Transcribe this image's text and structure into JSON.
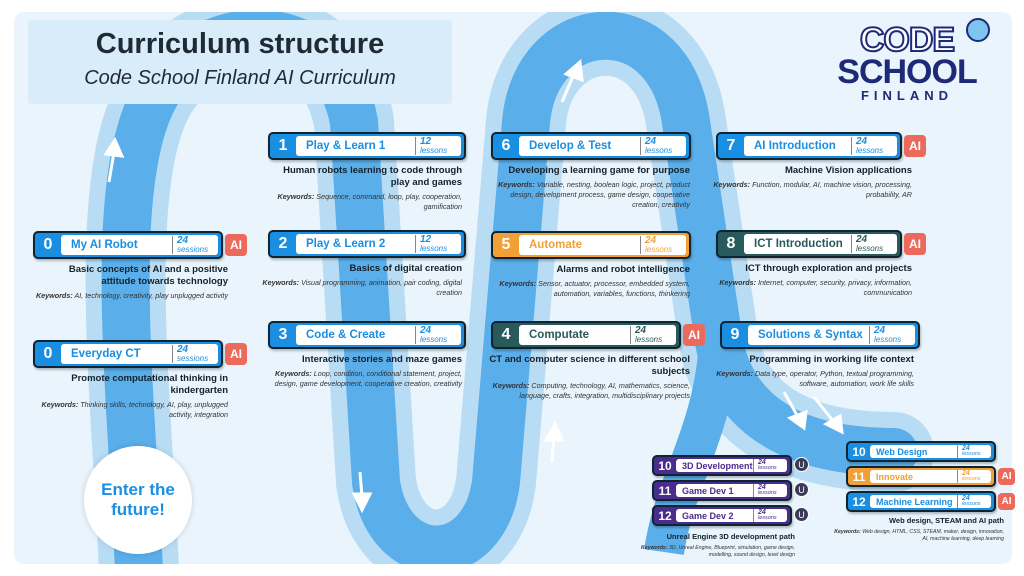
{
  "header": {
    "title": "Curriculum structure",
    "subtitle": "Code School Finland AI Curriculum"
  },
  "logo": {
    "line1": "CODE",
    "line2": "SCHOOL",
    "line3": "FINLAND"
  },
  "enter": "Enter the future!",
  "keywords_label": "Keywords:",
  "ai_badge": "AI",
  "colors": {
    "blue": "#1a8ee0",
    "orange": "#f0a035",
    "teal": "#285a5c",
    "purple": "#4a2c8c",
    "ai": "#ec6a5c",
    "road": "#5aaeea"
  },
  "cards": [
    {
      "num": "0",
      "label": "My AI Robot",
      "count": "24",
      "unit": "sessions",
      "color": "blue",
      "ai": true,
      "title": "Basic concepts of AI and a positive attitude towards technology",
      "keywords": "AI, technology, creativity, play unplugged activity"
    },
    {
      "num": "0",
      "label": "Everyday CT",
      "count": "24",
      "unit": "sessions",
      "color": "blue",
      "ai": true,
      "title": "Promote computational thinking in kindergarten",
      "keywords": "Thinking skills, technology, AI, play, unplugged activity, integration"
    },
    {
      "num": "1",
      "label": "Play & Learn 1",
      "count": "12",
      "unit": "lessons",
      "color": "blue",
      "ai": false,
      "title": "Human robots learning to code through play and games",
      "keywords": "Sequence, command, loop, play, cooperation, gamification"
    },
    {
      "num": "2",
      "label": "Play & Learn 2",
      "count": "12",
      "unit": "lessons",
      "color": "blue",
      "ai": false,
      "title": "Basics of digital creation",
      "keywords": "Visual programming, animation, pair coding, digital creation"
    },
    {
      "num": "3",
      "label": "Code & Create",
      "count": "24",
      "unit": "lessons",
      "color": "blue",
      "ai": false,
      "title": "Interactive stories and maze games",
      "keywords": "Loop, condition, conditional statement, project, design, game development, cooperative creation, creativity"
    },
    {
      "num": "6",
      "label": "Develop & Test",
      "count": "24",
      "unit": "lessons",
      "color": "blue",
      "ai": false,
      "title": "Developing a learning game for purpose",
      "keywords": "Variable, nesting, boolean logic, project, product design, development process, game design, cooperative creation, creativity"
    },
    {
      "num": "5",
      "label": "Automate",
      "count": "24",
      "unit": "lessons",
      "color": "orange",
      "ai": false,
      "title": "Alarms and robot intelligence",
      "keywords": "Sensor, actuator, processor, embedded system, automation, variables, functions, thinkering"
    },
    {
      "num": "4",
      "label": "Computate",
      "count": "24",
      "unit": "lessons",
      "color": "teal",
      "ai": true,
      "title": "CT and computer science in different school subjects",
      "keywords": "Computing, technology, AI, mathematics, science, language, crafts, integration, multidisciplinary projects"
    },
    {
      "num": "7",
      "label": "AI Introduction",
      "count": "24",
      "unit": "lessons",
      "color": "blue",
      "ai": true,
      "title": "Machine Vision applications",
      "keywords": "Function, modular, AI, machine vision, processing, probability, AR"
    },
    {
      "num": "8",
      "label": "ICT Introduction",
      "count": "24",
      "unit": "lessons",
      "color": "teal",
      "ai": true,
      "title": "ICT through exploration and projects",
      "keywords": "Internet, computer, security, privacy, information, communication"
    },
    {
      "num": "9",
      "label": "Solutions & Syntax",
      "count": "24",
      "unit": "lessons",
      "color": "blue",
      "ai": false,
      "title": "Programming in working life context",
      "keywords": "Data type, operator, Python, textual programming, software, automation, work life skills"
    }
  ],
  "paths": [
    {
      "title": "Unreal Engine 3D development path",
      "keywords": "3D, Unreal Engine, Blueprint, simulation, game design, modelling, sound design, level design",
      "cards": [
        {
          "num": "10",
          "label": "3D Development",
          "count": "24",
          "unit": "lessons",
          "color": "purple",
          "badge": "ue"
        },
        {
          "num": "11",
          "label": "Game Dev 1",
          "count": "24",
          "unit": "lessons",
          "color": "purple",
          "badge": "ue"
        },
        {
          "num": "12",
          "label": "Game Dev 2",
          "count": "24",
          "unit": "lessons",
          "color": "purple",
          "badge": "ue"
        }
      ]
    },
    {
      "title": "Web design, STEAM and AI path",
      "keywords": "Web design, HTML, CSS, STEAM, maker, design, innovation, AI, machine learning, deep learning",
      "cards": [
        {
          "num": "10",
          "label": "Web Design",
          "count": "24",
          "unit": "lessons",
          "color": "blue",
          "badge": ""
        },
        {
          "num": "11",
          "label": "Innovate",
          "count": "24",
          "unit": "lessons",
          "color": "orange",
          "badge": "ai"
        },
        {
          "num": "12",
          "label": "Machine Learning",
          "count": "24",
          "unit": "lessons",
          "color": "blue",
          "badge": "ai"
        }
      ]
    }
  ]
}
